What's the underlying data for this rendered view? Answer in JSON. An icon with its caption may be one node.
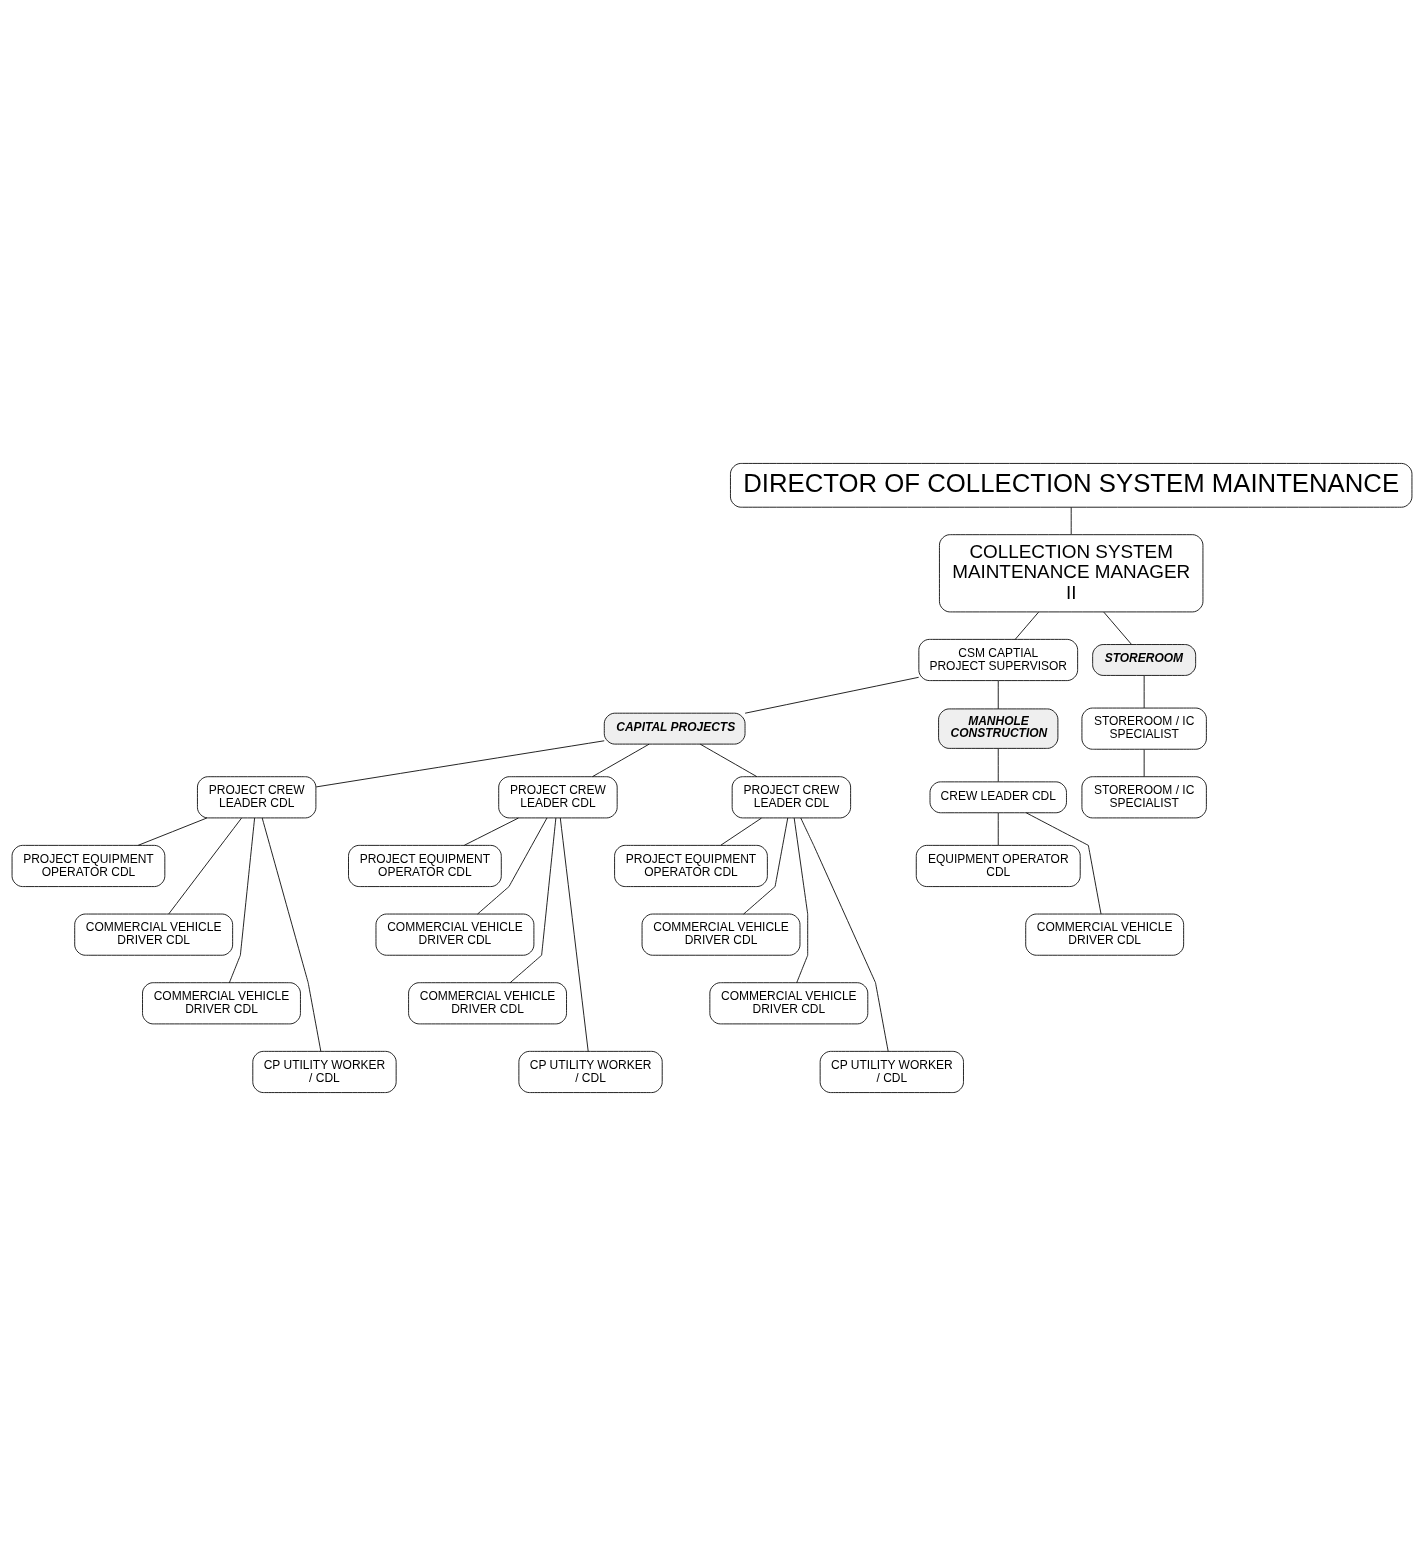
{
  "diagram": {
    "nodes": [
      {
        "text": [
          "DIRECTOR OF COLLECTION SYSTEM MAINTENANCE"
        ]
      },
      {
        "text": [
          "COLLECTION SYSTEM MAINTENANCE MANAGER II"
        ]
      },
      {
        "text": [
          "CSM CAPTIAL PROJECT SUPERVISOR"
        ]
      },
      {
        "text": [
          "STOREROOM"
        ]
      },
      {
        "text": [
          "CAPITAL PROJECTS"
        ]
      },
      {
        "text": [
          "PROJECT CREW LEADER CDL"
        ]
      },
      {
        "text": [
          "PROJECT CREW LEADER CDL"
        ]
      },
      {
        "text": [
          "PROJECT CREW LEADER CDL"
        ]
      },
      {
        "text": [
          "PROJECT EQUIPMENT OPERATOR CDL"
        ]
      },
      {
        "text": [
          "COMMERCIAL VEHICLE DRIVER CDL"
        ]
      },
      {
        "text": [
          "COMMERCIAL VEHICLE DRIVER CDL"
        ]
      },
      {
        "text": [
          "CP UTILITY WORKER / CDL"
        ]
      },
      {
        "text": [
          "PROJECT EQUIPMENT OPERATOR CDL"
        ]
      },
      {
        "text": [
          "COMMERCIAL VEHICLE DRIVER CDL"
        ]
      },
      {
        "text": [
          "COMMERCIAL VEHICLE DRIVER CDL"
        ]
      },
      {
        "text": [
          "CP UTILITY WORKER / CDL"
        ]
      },
      {
        "text": [
          "PROJECT EQUIPMENT OPERATOR CDL"
        ]
      },
      {
        "text": [
          "COMMERCIAL VEHICLE DRIVER CDL"
        ]
      },
      {
        "text": [
          "COMMERCIAL VEHICLE DRIVER CDL"
        ]
      },
      {
        "text": [
          "CP UTILITY WORKER / CDL"
        ]
      },
      {
        "text": [
          "STOREROOM / IC SPECIALIST"
        ]
      },
      {
        "text": [
          "STOREROOM / IC SPECIALIST"
        ]
      },
      {
        "text": [
          "MANHOLE CONSTRUCTION"
        ]
      },
      {
        "text": [
          "CREW LEADER CDL"
        ]
      },
      {
        "text": [
          "EQUIPMENT OPERATOR CDL"
        ]
      },
      {
        "text": [
          "COMMERCIAL VEHICLE DRIVER CDL"
        ]
      }
    ],
    "edges": [
      {
        "from": 0,
        "to": 1,
        "arrow": "none"
      },
      {
        "from": 1,
        "to": 2,
        "arrow": "none"
      },
      {
        "from": 1,
        "to": 3,
        "arrow": "none"
      },
      {
        "from": 2,
        "to": 4,
        "arrow": "none"
      },
      {
        "from": 2,
        "to": 22,
        "arrow": "none"
      },
      {
        "from": 4,
        "to": 5,
        "arrow": "none"
      },
      {
        "from": 4,
        "to": 6,
        "arrow": "none"
      },
      {
        "from": 4,
        "to": 7,
        "arrow": "none"
      },
      {
        "from": 5,
        "to": 8,
        "arrow": "none"
      },
      {
        "from": 5,
        "to": 9,
        "arrow": "none"
      },
      {
        "from": 5,
        "to": 10,
        "arrow": "none"
      },
      {
        "from": 5,
        "to": 11,
        "arrow": "none"
      },
      {
        "from": 6,
        "to": 12,
        "arrow": "none"
      },
      {
        "from": 6,
        "to": 13,
        "arrow": "none"
      },
      {
        "from": 6,
        "to": 14,
        "arrow": "none"
      },
      {
        "from": 6,
        "to": 15,
        "arrow": "none"
      },
      {
        "from": 7,
        "to": 16,
        "arrow": "none"
      },
      {
        "from": 7,
        "to": 17,
        "arrow": "none"
      },
      {
        "from": 7,
        "to": 18,
        "arrow": "none"
      },
      {
        "from": 7,
        "to": 19,
        "arrow": "none"
      },
      {
        "from": 3,
        "to": 20,
        "arrow": "none"
      },
      {
        "from": 20,
        "to": 21,
        "arrow": "none"
      },
      {
        "from": 22,
        "to": 23,
        "arrow": "none"
      },
      {
        "from": 23,
        "to": 24,
        "arrow": "none"
      },
      {
        "from": 23,
        "to": 25,
        "arrow": "none"
      }
    ]
  }
}
